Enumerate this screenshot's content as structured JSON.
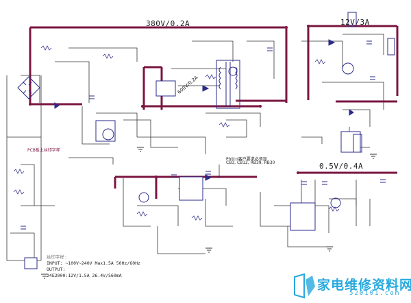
{
  "rails": {
    "hv_output": "380V/0.2A",
    "lv_output_12v": "12V/3A",
    "standby_output": "0.5V/0.4A",
    "mid_label": "600V/0.2A"
  },
  "notes": {
    "pcb_warning": "PCB板上丝印字样",
    "customer_note": "Philco客户要求必须加",
    "customer_note_parts": "CB3, CB12, RB39, RB30"
  },
  "spec": {
    "stamp": "丝印字样:",
    "input": "INPUT:  ~100V~240V Max1.5A 50Hz/60Hz",
    "output_heading": "OUTPUT:",
    "output_values": "24E2000:12V/1.5A  26.4V/560mA"
  },
  "watermark": {
    "text": "家电维修资料网",
    "url": "520101.com"
  },
  "colors": {
    "bus": "#7a1540",
    "trace": "#333333",
    "component": "#2a2a8a",
    "label": "#222222",
    "watermark": "#27a9de"
  }
}
